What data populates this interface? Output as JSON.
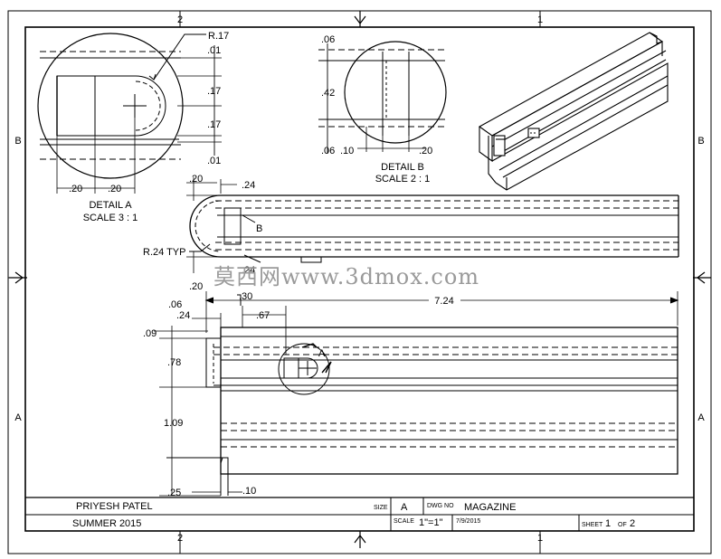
{
  "zones": {
    "col_left": "2",
    "col_right": "1",
    "row_top": "B",
    "row_bottom": "A"
  },
  "detail_a": {
    "radius_label": "R.17",
    "dims_vertical": [
      ".01",
      ".17",
      ".17",
      ".01"
    ],
    "dims_horizontal": [
      ".20",
      ".20"
    ],
    "title": "DETAIL  A",
    "scale": "SCALE 3 : 1"
  },
  "detail_b": {
    "dims_vertical": [
      ".06",
      ".42",
      ".06"
    ],
    "dims_horizontal": [
      ".10",
      ".20"
    ],
    "title": "DETAIL  B",
    "scale": "SCALE 2 : 1"
  },
  "top_view": {
    "dim_20_top": ".20",
    "dim_24": ".24",
    "callout_b": "B",
    "radius_typ": "R.24 TYP",
    "dim_20_bottom": ".20",
    "dim_24_right": ".24"
  },
  "front_view": {
    "overall_length": "7.24",
    "dim_30": ".30",
    "dim_06": ".06",
    "dim_24": ".24",
    "dim_67": ".67",
    "dim_09": ".09",
    "dim_78": ".78",
    "dim_109": "1.09",
    "dim_25": ".25",
    "dim_10": ".10",
    "callout_a": "A"
  },
  "watermark": "莫西网www.3dmox.com",
  "title_block": {
    "author": "PRIYESH PATEL",
    "date_term": "SUMMER 2015",
    "size_label": "SIZE",
    "size_value": "A",
    "dwg_no_label": "DWG NO",
    "dwg_no_value": "MAGAZINE",
    "scale_label": "SCALE",
    "scale_value": "1\"=1\"",
    "date": "7/9/2015",
    "sheet_label": "SHEET",
    "sheet_num": "1",
    "of_label": "OF",
    "sheet_total": "2"
  }
}
